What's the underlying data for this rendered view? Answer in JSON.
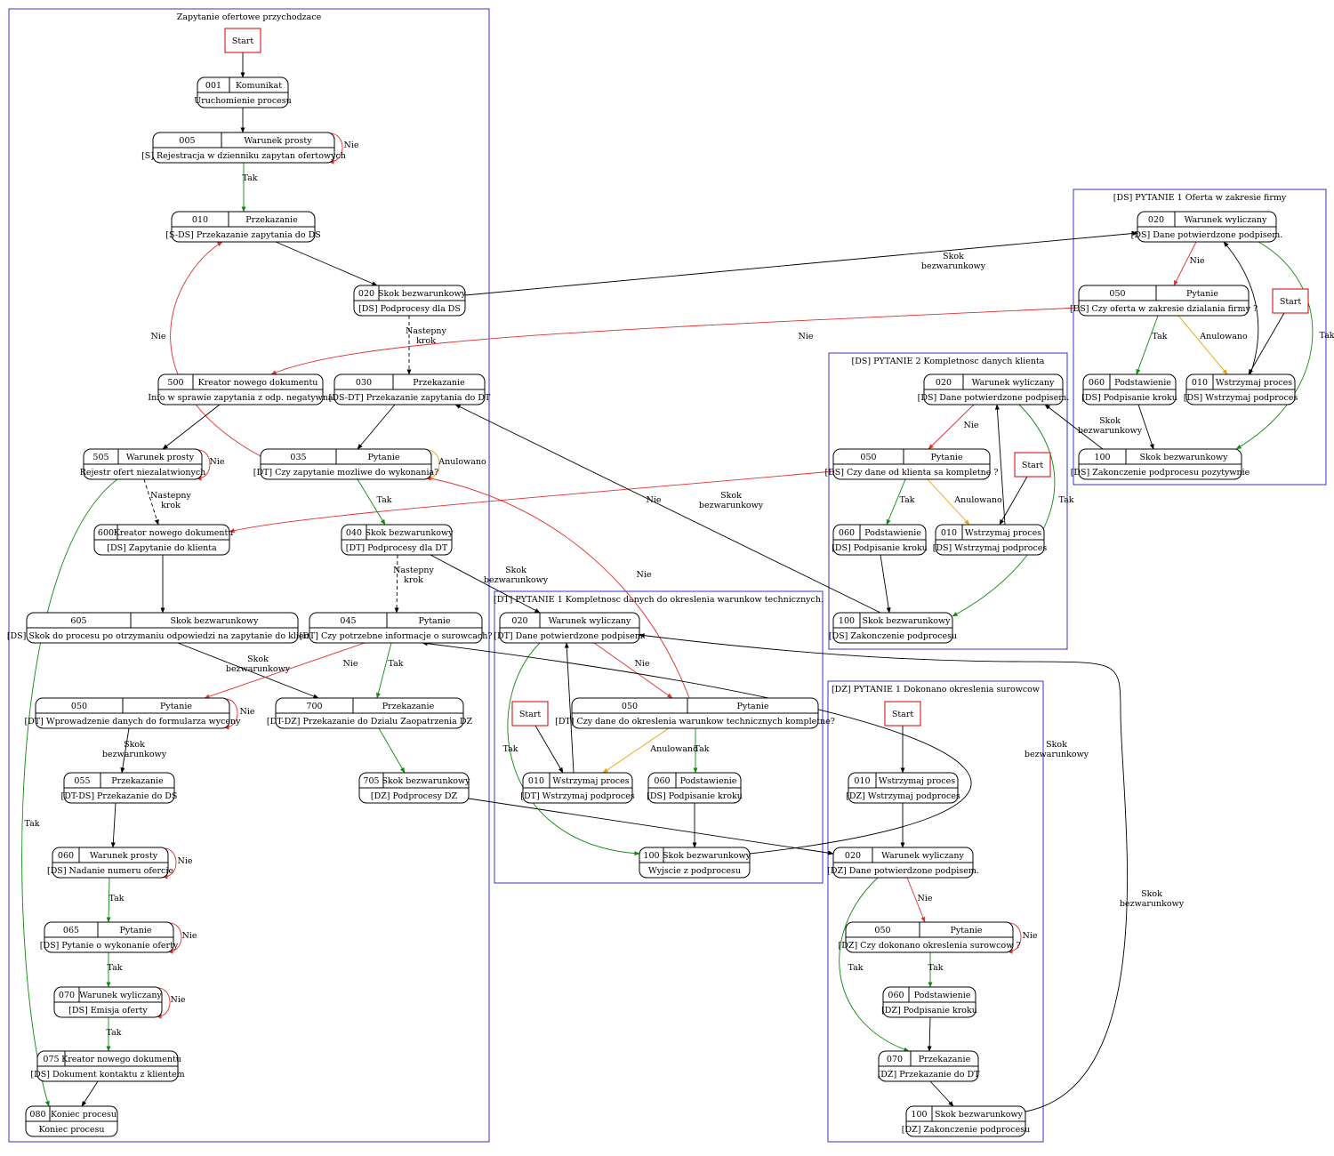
{
  "clusters": [
    {
      "id": "main",
      "title": "Zapytanie ofertowe przychodzace"
    },
    {
      "id": "ds1",
      "title": "[DS] PYTANIE 1 Oferta w zakresie firmy"
    },
    {
      "id": "ds2",
      "title": "[DS] PYTANIE 2 Kompletnosc danych klienta"
    },
    {
      "id": "dt1",
      "title": "[DT] PYTANIE 1 Kompletnosc danych do okreslenia warunkow technicznych."
    },
    {
      "id": "dz1",
      "title": "[DZ] PYTANIE 1 Dokonano okreslenia surowcow"
    }
  ],
  "nodes": [
    {
      "id": "m_start",
      "kind": "start",
      "label": "Start"
    },
    {
      "id": "m001",
      "num": "001",
      "type": "Komunikat",
      "desc": "Uruchomienie procesu"
    },
    {
      "id": "m005",
      "num": "005",
      "type": "Warunek prosty",
      "desc": "[S] Rejestracja w dzienniku zapytan ofertowych"
    },
    {
      "id": "m010",
      "num": "010",
      "type": "Przekazanie",
      "desc": "[S-DS] Przekazanie zapytania do DS"
    },
    {
      "id": "m020",
      "num": "020",
      "type": "Skok bezwarunkowy",
      "desc": "[DS] Podprocesy dla DS"
    },
    {
      "id": "m500",
      "num": "500",
      "type": "Kreator nowego dokumentu",
      "desc": "Info w sprawie zapytania z odp. negatywna"
    },
    {
      "id": "m030",
      "num": "030",
      "type": "Przekazanie",
      "desc": "[DS-DT] Przekazanie zapytania do DT"
    },
    {
      "id": "m505",
      "num": "505",
      "type": "Warunek prosty",
      "desc": "Rejestr ofert niezalatwionych"
    },
    {
      "id": "m035",
      "num": "035",
      "type": "Pytanie",
      "desc": "[DT] Czy zapytanie mozliwe do wykonania?"
    },
    {
      "id": "m600",
      "num": "600",
      "type": "Kreator nowego dokumentu",
      "desc": "[DS] Zapytanie do klienta"
    },
    {
      "id": "m040",
      "num": "040",
      "type": "Skok bezwarunkowy",
      "desc": "[DT] Podprocesy dla DT"
    },
    {
      "id": "m605",
      "num": "605",
      "type": "Skok bezwarunkowy",
      "desc": "[DS] Skok do procesu po otrzymaniu odpowiedzi na zapytanie do klienta"
    },
    {
      "id": "m045",
      "num": "045",
      "type": "Pytanie",
      "desc": "[DT] Czy potrzebne informacje o surowcach?"
    },
    {
      "id": "m050",
      "num": "050",
      "type": "Pytanie",
      "desc": "[DT] Wprowadzenie danych do formularza wyceny"
    },
    {
      "id": "m700",
      "num": "700",
      "type": "Przekazanie",
      "desc": "[DT-DZ] Przekazanie do Dzialu Zaopatrzenia DZ"
    },
    {
      "id": "m055",
      "num": "055",
      "type": "Przekazanie",
      "desc": "[DT-DS] Przekazanie do DS"
    },
    {
      "id": "m705",
      "num": "705",
      "type": "Skok bezwarunkowy",
      "desc": "[DZ] Podprocesy DZ"
    },
    {
      "id": "m060",
      "num": "060",
      "type": "Warunek prosty",
      "desc": "[DS] Nadanie numeru ofercie"
    },
    {
      "id": "m065",
      "num": "065",
      "type": "Pytanie",
      "desc": "[DS] Pytanie o wykonanie oferty"
    },
    {
      "id": "m070",
      "num": "070",
      "type": "Warunek wyliczany",
      "desc": "[DS] Emisja oferty"
    },
    {
      "id": "m075",
      "num": "075",
      "type": "Kreator nowego dokumentu",
      "desc": "[DS] Dokument kontaktu z klientem"
    },
    {
      "id": "m080",
      "num": "080",
      "type": "Koniec procesu",
      "desc": "Koniec procesu"
    },
    {
      "id": "a020",
      "num": "020",
      "type": "Warunek wyliczany",
      "desc": "[DS] Dane potwierdzone podpisem."
    },
    {
      "id": "a050",
      "num": "050",
      "type": "Pytanie",
      "desc": "[DS] Czy oferta w zakresie dzialania firmy ?"
    },
    {
      "id": "a_start",
      "kind": "start",
      "label": "Start"
    },
    {
      "id": "a060",
      "num": "060",
      "type": "Podstawienie",
      "desc": "[DS] Podpisanie kroku"
    },
    {
      "id": "a010",
      "num": "010",
      "type": "Wstrzymaj proces",
      "desc": "[DS] Wstrzymaj podproces"
    },
    {
      "id": "a100",
      "num": "100",
      "type": "Skok bezwarunkowy",
      "desc": "[DS] Zakonczenie podprocesu pozytywnie"
    },
    {
      "id": "b020",
      "num": "020",
      "type": "Warunek wyliczany",
      "desc": "[DS] Dane potwierdzone podpisem."
    },
    {
      "id": "b050",
      "num": "050",
      "type": "Pytanie",
      "desc": "[DS] Czy dane od klienta sa kompletne ?"
    },
    {
      "id": "b_start",
      "kind": "start",
      "label": "Start"
    },
    {
      "id": "b060",
      "num": "060",
      "type": "Podstawienie",
      "desc": "[DS] Podpisanie kroku"
    },
    {
      "id": "b010",
      "num": "010",
      "type": "Wstrzymaj proces",
      "desc": "[DS] Wstrzymaj podproces"
    },
    {
      "id": "b100",
      "num": "100",
      "type": "Skok bezwarunkowy",
      "desc": "[DS] Zakonczenie podprocesu"
    },
    {
      "id": "c020",
      "num": "020",
      "type": "Warunek wyliczany",
      "desc": "[DT] Dane potwierdzone podpisem."
    },
    {
      "id": "c050",
      "num": "050",
      "type": "Pytanie",
      "desc": "[DT] Czy dane do okreslenia warunkow technicznych kompletne?"
    },
    {
      "id": "c_start",
      "kind": "start",
      "label": "Start"
    },
    {
      "id": "c010",
      "num": "010",
      "type": "Wstrzymaj proces",
      "desc": "[DT] Wstrzymaj podproces"
    },
    {
      "id": "c060",
      "num": "060",
      "type": "Podstawienie",
      "desc": "[DS] Podpisanie kroku"
    },
    {
      "id": "c100",
      "num": "100",
      "type": "Skok bezwarunkowy",
      "desc": "Wyjscie z podprocesu"
    },
    {
      "id": "d_start",
      "kind": "start",
      "label": "Start"
    },
    {
      "id": "d010",
      "num": "010",
      "type": "Wstrzymaj proces",
      "desc": "[DZ] Wstrzymaj podproces"
    },
    {
      "id": "d020",
      "num": "020",
      "type": "Warunek wyliczany",
      "desc": "[DZ] Dane potwierdzone podpisem."
    },
    {
      "id": "d050",
      "num": "050",
      "type": "Pytanie",
      "desc": "[DZ] Czy dokonano okreslenia surowcow ?"
    },
    {
      "id": "d060",
      "num": "060",
      "type": "Podstawienie",
      "desc": "[DZ] Podpisanie kroku"
    },
    {
      "id": "d070",
      "num": "070",
      "type": "Przekazanie",
      "desc": "[DZ] Przekazanie do DT"
    },
    {
      "id": "d100",
      "num": "100",
      "type": "Skok bezwarunkowy",
      "desc": "[DZ] Zakonczenie podprocesu"
    }
  ],
  "edges": [
    {
      "from": "m_start",
      "to": "m001",
      "color": "black"
    },
    {
      "from": "m001",
      "to": "m005",
      "color": "black"
    },
    {
      "from": "m005",
      "to": "m005",
      "label": "Nie",
      "color": "red"
    },
    {
      "from": "m005",
      "to": "m010",
      "label": "Tak",
      "color": "green"
    },
    {
      "from": "m010",
      "to": "m020",
      "color": "black"
    },
    {
      "from": "m020",
      "to": "m030",
      "label": "Nastepny krok",
      "color": "black",
      "style": "dashed"
    },
    {
      "from": "m020",
      "to": "a020",
      "label": "Skok bezwarunkowy",
      "color": "black"
    },
    {
      "from": "m030",
      "to": "m035",
      "color": "black"
    },
    {
      "from": "m035",
      "to": "m035",
      "label": "Anulowano",
      "color": "orange"
    },
    {
      "from": "m035",
      "to": "m010",
      "label": "Nie",
      "color": "red"
    },
    {
      "from": "m035",
      "to": "m040",
      "label": "Tak",
      "color": "green"
    },
    {
      "from": "m500",
      "to": "m505",
      "color": "black"
    },
    {
      "from": "m505",
      "to": "m505",
      "label": "Nie",
      "color": "red"
    },
    {
      "from": "m505",
      "to": "m600",
      "label": "Nastepny krok",
      "color": "black",
      "style": "dashed"
    },
    {
      "from": "m505",
      "to": "m080",
      "label": "Tak",
      "color": "green"
    },
    {
      "from": "m600",
      "to": "m605",
      "color": "black"
    },
    {
      "from": "m605",
      "to": "m700",
      "label": "Skok bezwarunkowy",
      "color": "black"
    },
    {
      "from": "m040",
      "to": "m045",
      "label": "Nastepny krok",
      "color": "black",
      "style": "dashed"
    },
    {
      "from": "m040",
      "to": "c020",
      "label": "Skok bezwarunkowy",
      "color": "black"
    },
    {
      "from": "m045",
      "to": "m050",
      "label": "Nie",
      "color": "red"
    },
    {
      "from": "m045",
      "to": "m700",
      "label": "Tak",
      "color": "green"
    },
    {
      "from": "m050",
      "to": "m050",
      "label": "Nie",
      "color": "red"
    },
    {
      "from": "m050",
      "to": "m055",
      "label": "Tak",
      "color": "green"
    },
    {
      "from": "m700",
      "to": "m705",
      "color": "black"
    },
    {
      "from": "m705",
      "to": "d020",
      "label": "Skok bezwarunkowy",
      "color": "black"
    },
    {
      "from": "m055",
      "to": "m060",
      "color": "black"
    },
    {
      "from": "m060",
      "to": "m060",
      "label": "Nie",
      "color": "red"
    },
    {
      "from": "m060",
      "to": "m065",
      "label": "Tak",
      "color": "green"
    },
    {
      "from": "m065",
      "to": "m065",
      "label": "Nie",
      "color": "red"
    },
    {
      "from": "m065",
      "to": "m070",
      "label": "Tak",
      "color": "green"
    },
    {
      "from": "m070",
      "to": "m070",
      "label": "Nie",
      "color": "red"
    },
    {
      "from": "m070",
      "to": "m075",
      "label": "Tak",
      "color": "green"
    },
    {
      "from": "m075",
      "to": "m080",
      "color": "black"
    },
    {
      "from": "a020",
      "to": "a050",
      "label": "Nie",
      "color": "red"
    },
    {
      "from": "a020",
      "to": "a100",
      "label": "Tak",
      "color": "green"
    },
    {
      "from": "a050",
      "to": "a060",
      "label": "Tak",
      "color": "green"
    },
    {
      "from": "a050",
      "to": "a010",
      "label": "Anulowano",
      "color": "orange"
    },
    {
      "from": "a050",
      "to": "m500",
      "label": "Nie",
      "color": "red"
    },
    {
      "from": "a_start",
      "to": "a010",
      "color": "black"
    },
    {
      "from": "a010",
      "to": "a020",
      "color": "black"
    },
    {
      "from": "a060",
      "to": "a100",
      "color": "black"
    },
    {
      "from": "a100",
      "to": "b020",
      "label": "Skok bezwarunkowy",
      "color": "black"
    },
    {
      "from": "b020",
      "to": "b050",
      "label": "Nie",
      "color": "red"
    },
    {
      "from": "b020",
      "to": "b100",
      "label": "Tak",
      "color": "green"
    },
    {
      "from": "b050",
      "to": "b060",
      "label": "Tak",
      "color": "green"
    },
    {
      "from": "b050",
      "to": "b010",
      "label": "Anulowano",
      "color": "orange"
    },
    {
      "from": "b050",
      "to": "m600",
      "label": "Nie",
      "color": "red"
    },
    {
      "from": "b_start",
      "to": "b010",
      "color": "black"
    },
    {
      "from": "b010",
      "to": "b020",
      "color": "black"
    },
    {
      "from": "b060",
      "to": "b100",
      "color": "black"
    },
    {
      "from": "b100",
      "to": "m030",
      "label": "Skok bezwarunkowy",
      "color": "black"
    },
    {
      "from": "c020",
      "to": "c050",
      "label": "Nie",
      "color": "red"
    },
    {
      "from": "c020",
      "to": "c100",
      "label": "Tak",
      "color": "green"
    },
    {
      "from": "c050",
      "to": "c010",
      "label": "Anulowano",
      "color": "orange"
    },
    {
      "from": "c050",
      "to": "c060",
      "label": "Tak",
      "color": "green"
    },
    {
      "from": "c050",
      "to": "m035",
      "label": "Nie",
      "color": "red"
    },
    {
      "from": "c_start",
      "to": "c010",
      "color": "black"
    },
    {
      "from": "c010",
      "to": "c020",
      "color": "black"
    },
    {
      "from": "c060",
      "to": "c100",
      "color": "black"
    },
    {
      "from": "c100",
      "to": "m045",
      "label": "Skok bezwarunkowy",
      "color": "black"
    },
    {
      "from": "d_start",
      "to": "d010",
      "color": "black"
    },
    {
      "from": "d010",
      "to": "d020",
      "color": "black"
    },
    {
      "from": "d020",
      "to": "d050",
      "label": "Nie",
      "color": "red"
    },
    {
      "from": "d020",
      "to": "d070",
      "label": "Tak",
      "color": "green"
    },
    {
      "from": "d050",
      "to": "d050",
      "label": "Nie",
      "color": "red"
    },
    {
      "from": "d050",
      "to": "d060",
      "label": "Tak",
      "color": "green"
    },
    {
      "from": "d060",
      "to": "d070",
      "color": "black"
    },
    {
      "from": "d070",
      "to": "d100",
      "color": "black"
    },
    {
      "from": "d100",
      "to": "c020",
      "label": "Skok bezwarunkowy",
      "color": "black"
    }
  ],
  "colors": {
    "black": "#000000",
    "red": "#e03030",
    "green": "#118811",
    "orange": "#f0a000",
    "cluster": "#3333cc",
    "start": "#cc0000"
  }
}
